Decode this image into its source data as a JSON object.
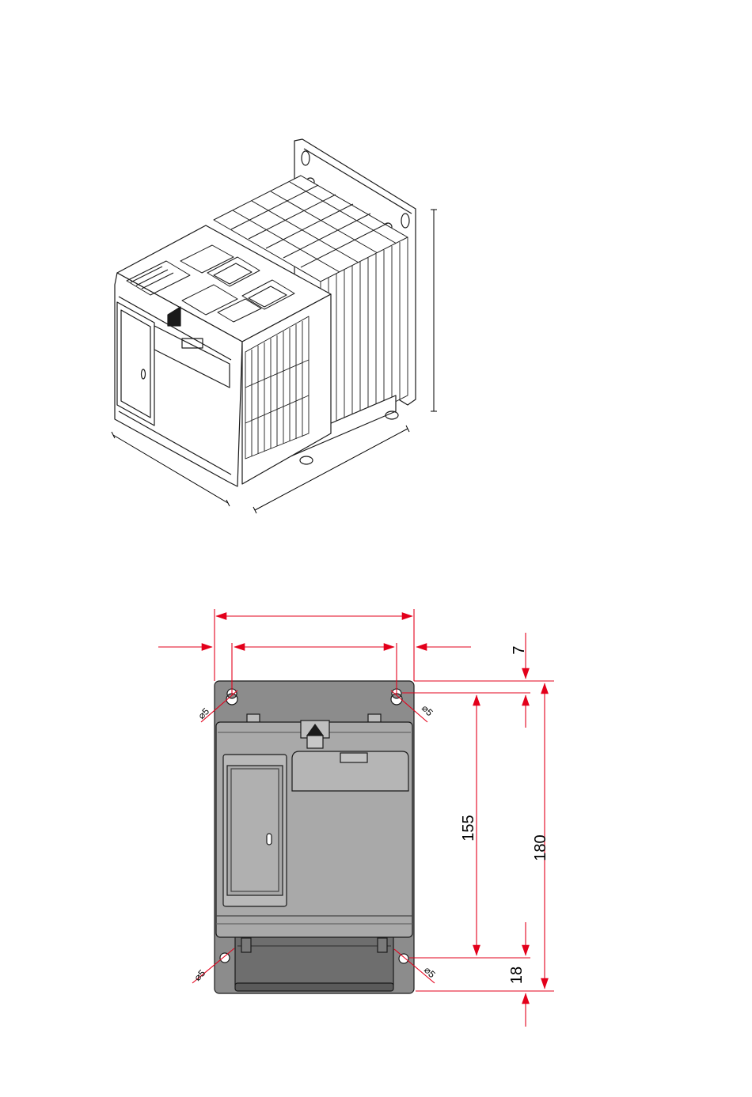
{
  "dimensions": {
    "top_offset": "7",
    "hole_spacing": "155",
    "overall_height": "180",
    "bottom_offset": "18"
  },
  "holes": {
    "top_left": "⌀5",
    "top_right": "⌀5",
    "bottom_left": "⌀5",
    "bottom_right": "⌀5"
  },
  "colors": {
    "dimension_line": "#e3001b",
    "plate": "#8c8c8c",
    "body": "#a9a9a9",
    "outline": "#1a1a1a"
  }
}
